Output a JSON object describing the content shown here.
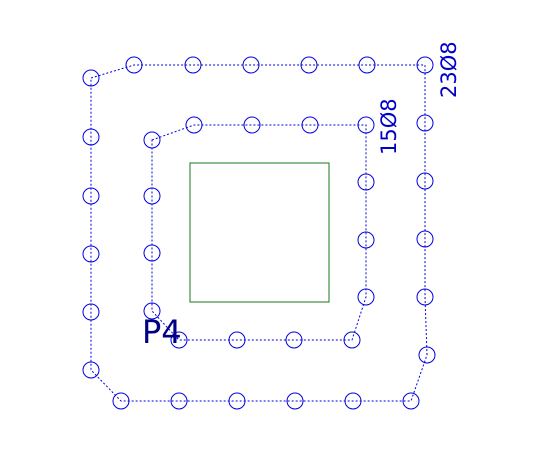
{
  "colors": {
    "bar_color": "#0000e0",
    "column_color": "#1a7a1a",
    "label_color": "#0000c8",
    "pier_label_color": "#000080",
    "background": "#ffffff"
  },
  "pier_label": "P4",
  "rings": [
    {
      "id": "outer",
      "label": "23Ø8",
      "bar_count": 23
    },
    {
      "id": "inner",
      "label": "15Ø8",
      "bar_count": 15
    }
  ],
  "column": {
    "shape": "square"
  }
}
